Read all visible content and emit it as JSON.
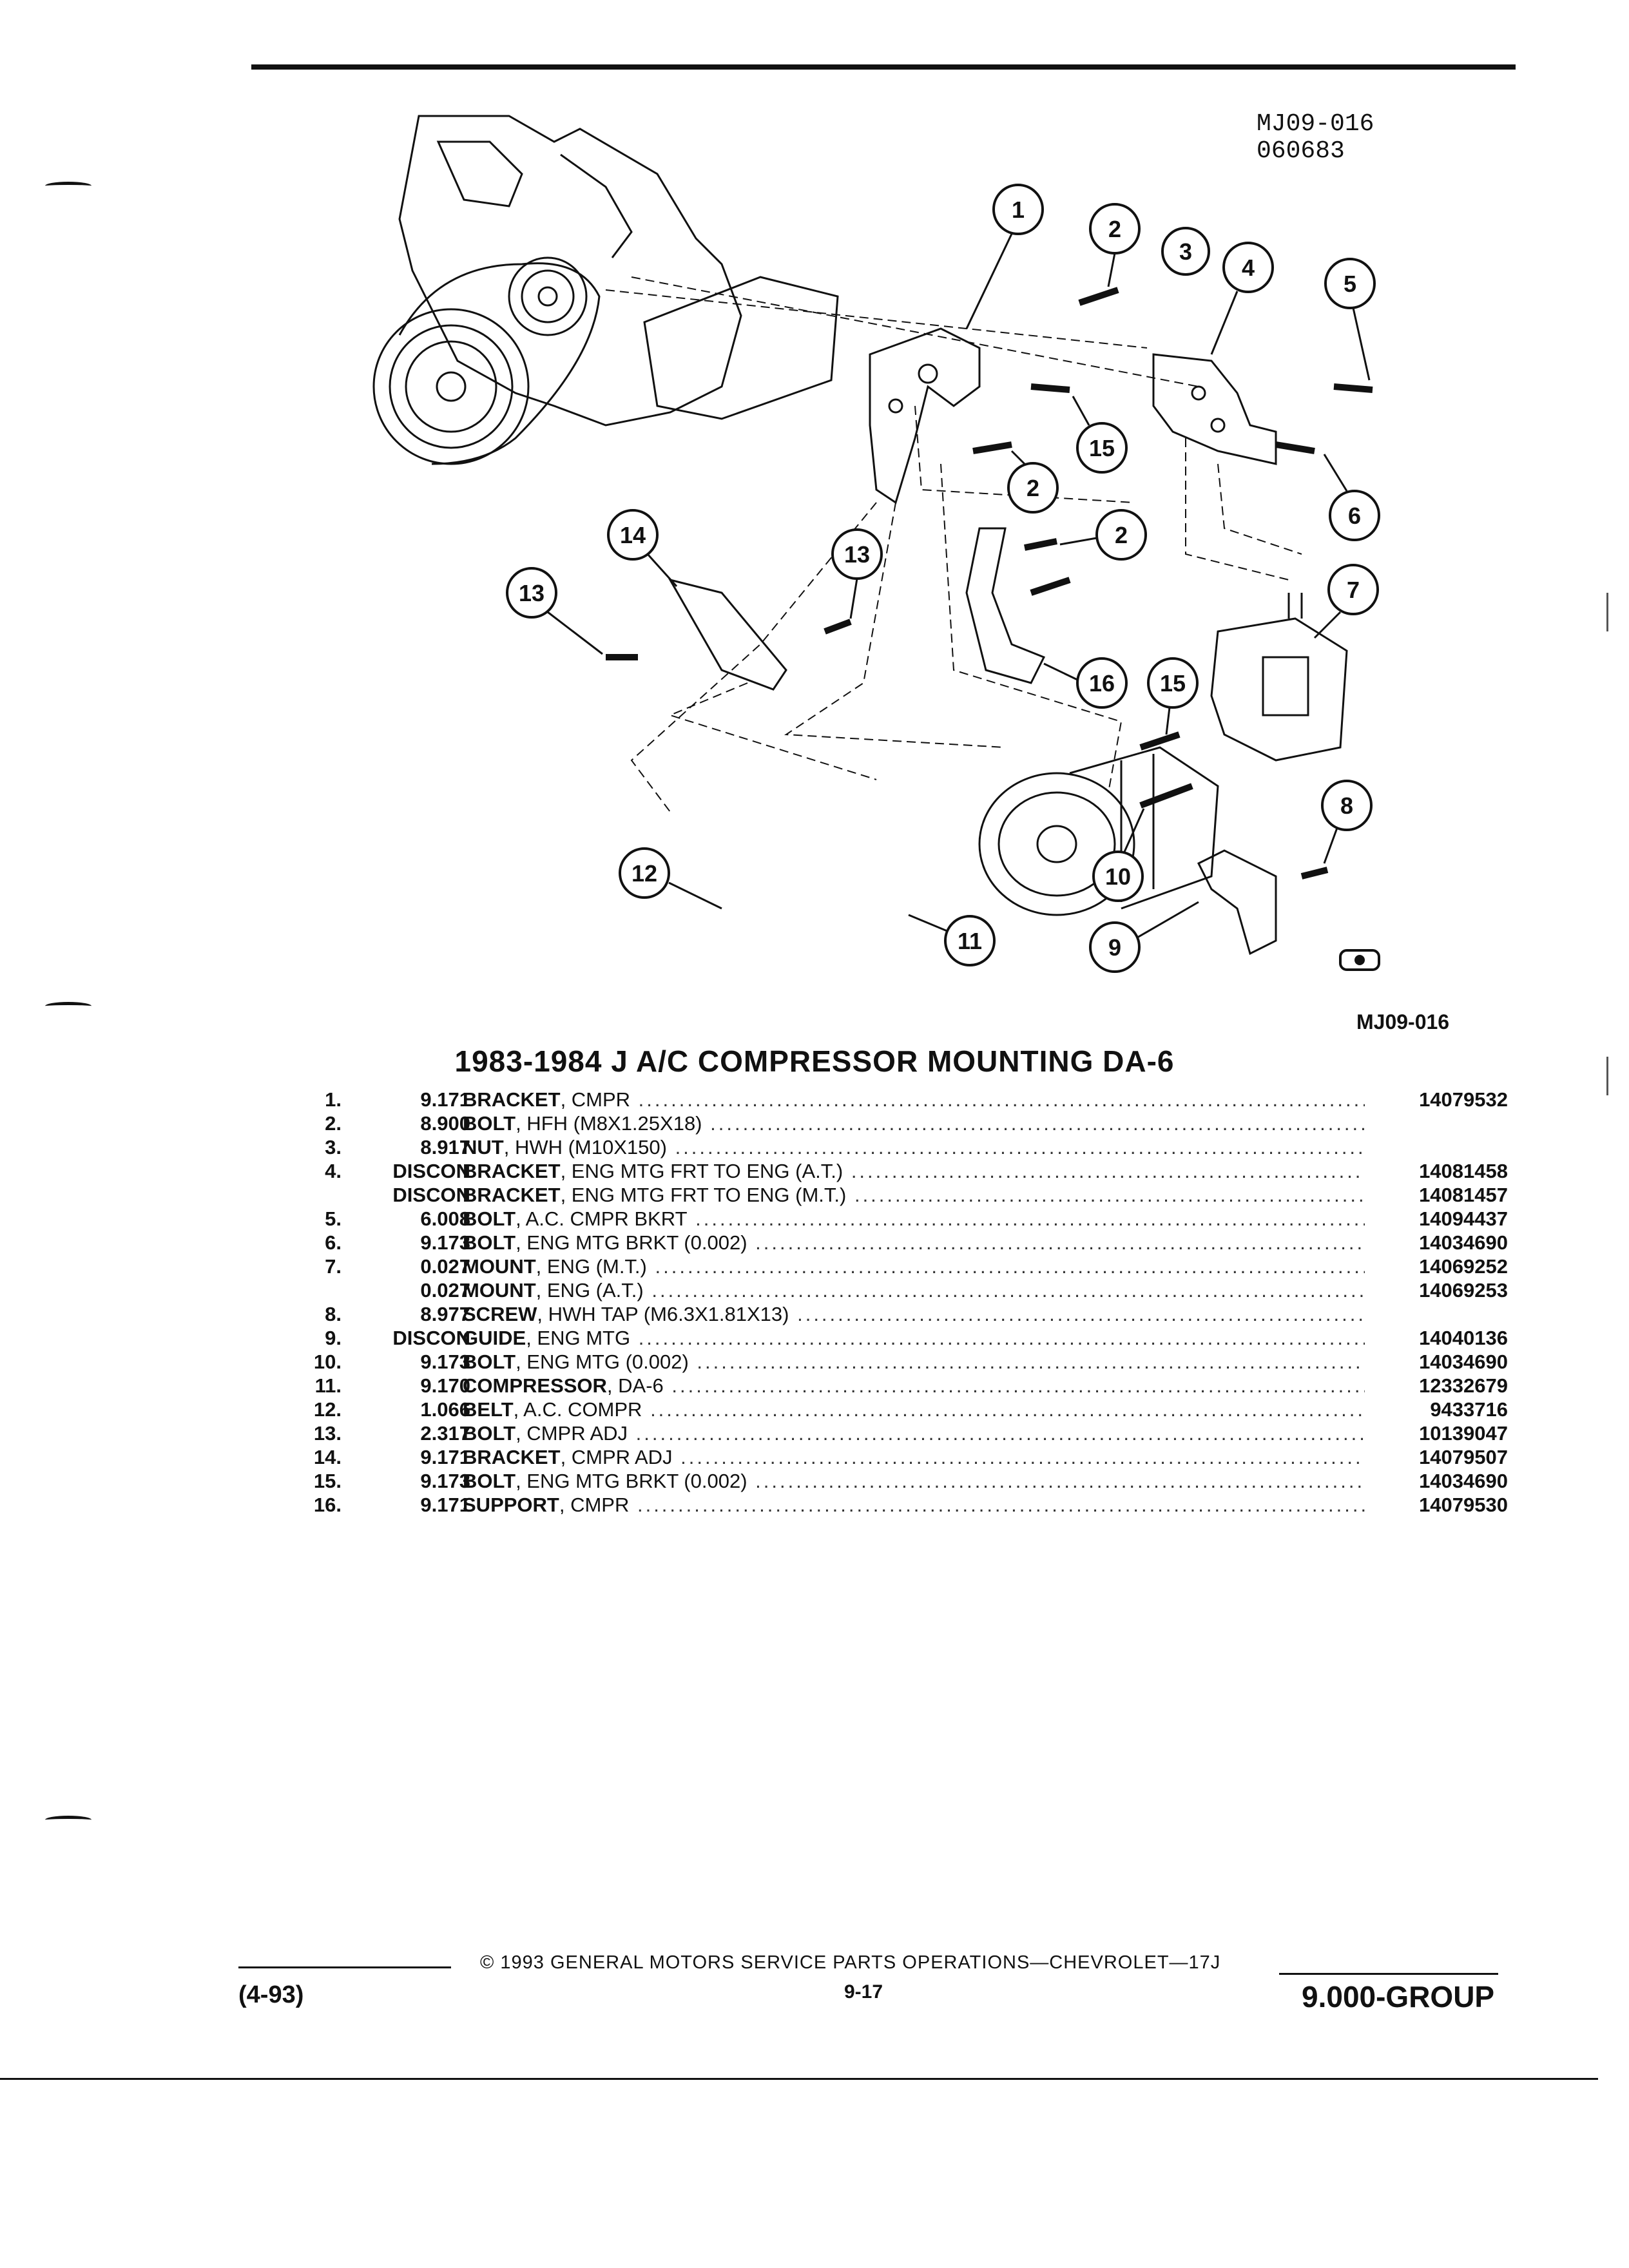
{
  "header": {
    "fig_code_lines": [
      "MJ09-016",
      "060683"
    ],
    "fig_code_bottom": "MJ09-016"
  },
  "diagram": {
    "callouts": [
      "1",
      "2",
      "3",
      "4",
      "5",
      "15",
      "2",
      "6",
      "14",
      "13",
      "13",
      "2",
      "7",
      "16",
      "15",
      "8",
      "10",
      "12",
      "11",
      "9"
    ],
    "logo_icon": "gm-emblem-icon"
  },
  "title": "1983-1984 J A/C COMPRESSOR MOUNTING DA-6",
  "parts": [
    {
      "num": "1.",
      "group": "9.171",
      "d1": "BRACKET",
      "d2": ", CMPR",
      "pn": "14079532"
    },
    {
      "num": "2.",
      "group": "8.900",
      "d1": "BOLT",
      "d2": ", HFH (M8X1.25X18)",
      "pn": ""
    },
    {
      "num": "3.",
      "group": "8.917",
      "d1": "NUT",
      "d2": ", HWH (M10X150)",
      "pn": ""
    },
    {
      "num": "4.",
      "group": "DISCON",
      "d1": "BRACKET",
      "d2": ", ENG MTG FRT TO ENG (A.T.)",
      "pn": "14081458"
    },
    {
      "num": "",
      "group": "DISCON",
      "d1": "BRACKET",
      "d2": ", ENG MTG FRT TO ENG (M.T.)",
      "pn": "14081457"
    },
    {
      "num": "5.",
      "group": "6.008",
      "d1": "BOLT",
      "d2": ", A.C. CMPR BKRT",
      "pn": "14094437"
    },
    {
      "num": "6.",
      "group": "9.173",
      "d1": "BOLT",
      "d2": ", ENG MTG BRKT (0.002)",
      "pn": "14034690"
    },
    {
      "num": "7.",
      "group": "0.027",
      "d1": "MOUNT",
      "d2": ", ENG (M.T.)",
      "pn": "14069252"
    },
    {
      "num": "",
      "group": "0.027",
      "d1": "MOUNT",
      "d2": ", ENG (A.T.)",
      "pn": "14069253"
    },
    {
      "num": "8.",
      "group": "8.977",
      "d1": "SCREW",
      "d2": ", HWH TAP (M6.3X1.81X13)",
      "pn": ""
    },
    {
      "num": "9.",
      "group": "DISCON",
      "d1": "GUIDE",
      "d2": ", ENG MTG",
      "pn": "14040136"
    },
    {
      "num": "10.",
      "group": "9.173",
      "d1": "BOLT",
      "d2": ", ENG MTG (0.002)",
      "pn": "14034690"
    },
    {
      "num": "11.",
      "group": "9.170",
      "d1": "COMPRESSOR",
      "d2": ", DA-6",
      "pn": "12332679"
    },
    {
      "num": "12.",
      "group": "1.066",
      "d1": "BELT",
      "d2": ", A.C. COMPR",
      "pn": "9433716"
    },
    {
      "num": "13.",
      "group": "2.317",
      "d1": "BOLT",
      "d2": ", CMPR ADJ",
      "pn": "10139047"
    },
    {
      "num": "14.",
      "group": "9.171",
      "d1": "BRACKET",
      "d2": ", CMPR ADJ",
      "pn": "14079507"
    },
    {
      "num": "15.",
      "group": "9.173",
      "d1": "BOLT",
      "d2": ", ENG MTG BRKT (0.002)",
      "pn": "14034690"
    },
    {
      "num": "16.",
      "group": "9.171",
      "d1": "SUPPORT",
      "d2": ", CMPR",
      "pn": "14079530"
    }
  ],
  "footer": {
    "copyright": "© 1993 GENERAL MOTORS SERVICE PARTS OPERATIONS—CHEVROLET—17J",
    "page": "9-17",
    "date": "(4-93)",
    "group": "9.000-GROUP"
  }
}
